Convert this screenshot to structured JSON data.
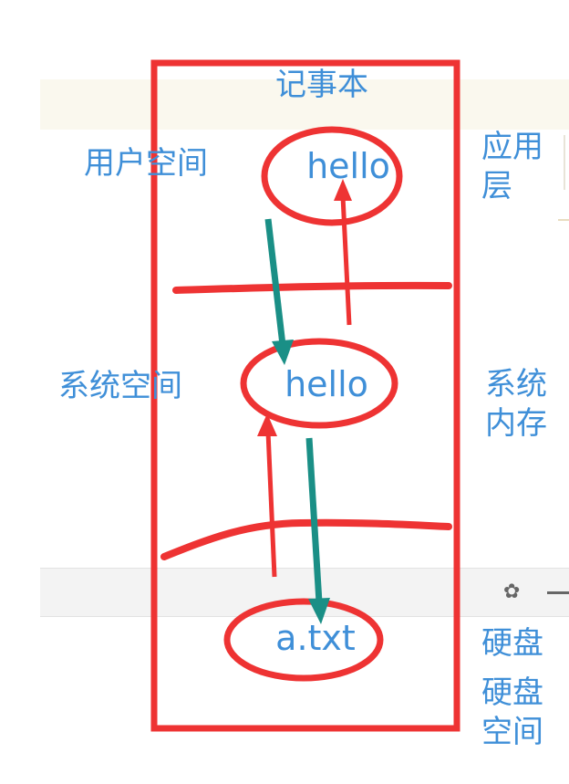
{
  "diagram": {
    "title": "记事本",
    "left_labels": {
      "user_space": "用户空间",
      "system_space": "系统空间"
    },
    "right_labels": {
      "app_layer": "应用层",
      "system_memory": "系统内存",
      "disk": "硬盘",
      "disk_space": "硬盘空间"
    },
    "nodes": {
      "user": "hello",
      "system": "hello",
      "disk_file": "a.txt"
    },
    "colors": {
      "annotation_red": "#ee3333",
      "label_blue": "#3f8fd8",
      "arrow_teal": "#1a8f86"
    }
  },
  "background_ui": {
    "settings_icon": "gear-icon",
    "minimize_icon": "minimize-icon"
  }
}
